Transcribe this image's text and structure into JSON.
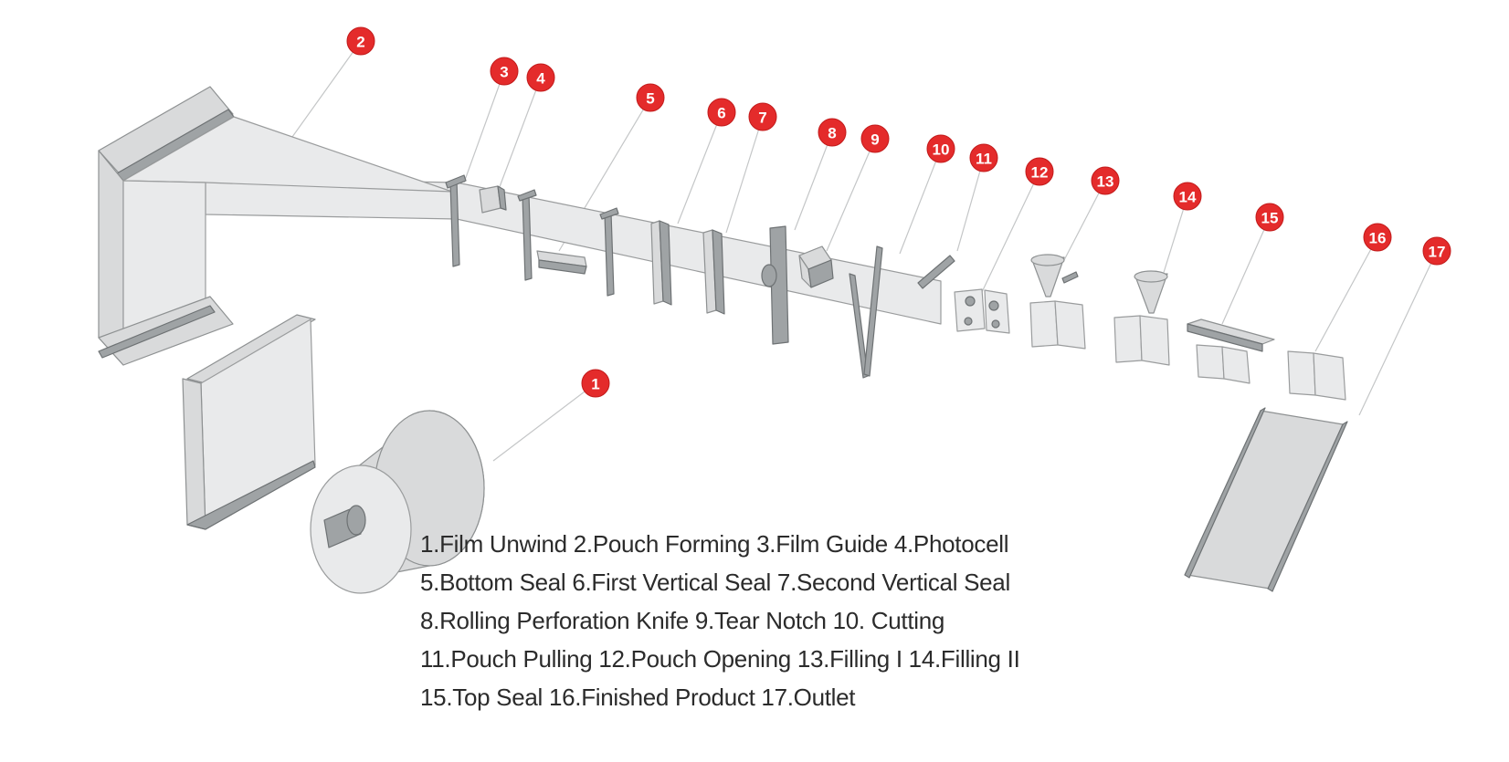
{
  "callouts": [
    "1",
    "2",
    "3",
    "4",
    "5",
    "6",
    "7",
    "8",
    "9",
    "10",
    "11",
    "12",
    "13",
    "14",
    "15",
    "16",
    "17"
  ],
  "legend_lines": [
    "1.Film Unwind 2.Pouch Forming 3.Film Guide 4.Photocell",
    "5.Bottom Seal 6.First Vertical Seal 7.Second Vertical Seal",
    "8.Rolling Perforation Knife 9.Tear Notch 10. Cutting",
    "11.Pouch Pulling 12.Pouch Opening 13.Filling I 14.Filling II",
    "15.Top Seal 16.Finished Product 17.Outlet"
  ],
  "colors": {
    "badge": "#e42b2b",
    "machine_fill": "#d9dadb",
    "machine_stroke": "#8e9192",
    "text": "#2b2b2b"
  }
}
